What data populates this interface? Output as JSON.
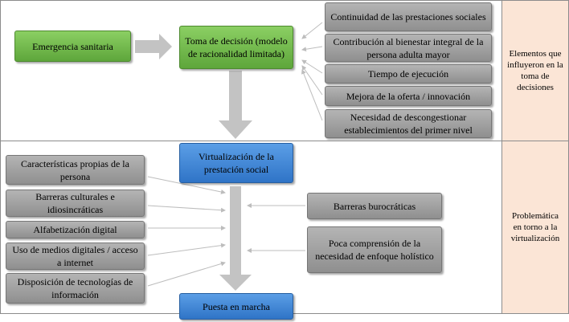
{
  "section_top": {
    "label": "Elementos que influyeron en la toma de decisiones",
    "source": "Emergencia sanitaria",
    "decision": "Toma de decisión (modelo de racionalidad limitada)",
    "factors": [
      "Continuidad de las prestaciones sociales",
      "Contribución al bienestar integral de la persona adulta mayor",
      "Tiempo de ejecución",
      "Mejora de la oferta / innovación",
      "Necesidad de descongestionar establecimientos del primer nivel"
    ]
  },
  "section_bottom": {
    "label": "Problemática en torno a la virtualización",
    "virtualization": "Virtualización de la prestación social",
    "launch": "Puesta en marcha",
    "left_factors": [
      "Características propias de la persona",
      "Barreras culturales e idiosincráticas",
      "Alfabetización digital",
      "Uso de medios digitales / acceso a internet",
      "Disposición de tecnologías de información"
    ],
    "right_factors": [
      "Barreras burocráticas",
      "Poca comprensión de la necesidad de enfoque holístico"
    ]
  },
  "colors": {
    "green_box": "#6fb848",
    "blue_box": "#3f86d8",
    "gray_box": "#a0a0a0",
    "side_panel": "#fbe5d6",
    "big_arrow": "#c3c3c3"
  }
}
